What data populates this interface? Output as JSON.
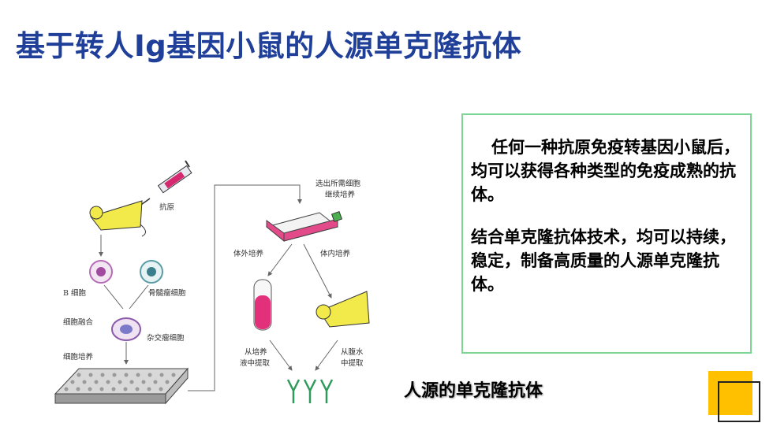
{
  "title": "基于转人Ig基因小鼠的人源单克隆抗体",
  "diagram": {
    "antigen": "抗原",
    "select_cells_line1": "选出所需细胞",
    "select_cells_line2": "继续培养",
    "in_vitro": "体外培养",
    "in_vivo": "体内培养",
    "b_cell": "B 细胞",
    "myeloma": "骨髓瘤细胞",
    "fusion": "细胞融合",
    "hybridoma": "杂交瘤细胞",
    "cell_culture": "细胞培养",
    "extract_culture_line1": "从培养",
    "extract_culture_line2": "液中提取",
    "extract_ascites_line1": "从腹水",
    "extract_ascites_line2": "中提取"
  },
  "textbox": {
    "para1": "任何一种抗原免疫转基因小鼠后，均可以获得各种类型的免疫成熟的抗体。",
    "para2": "结合单克隆抗体技术，均可以持续，稳定，制备高质量的人源单克隆抗体。"
  },
  "caption": "人源的单克隆抗体",
  "colors": {
    "title": "#1f3f99",
    "box_border": "#7bd693",
    "accent": "#ffc000"
  }
}
